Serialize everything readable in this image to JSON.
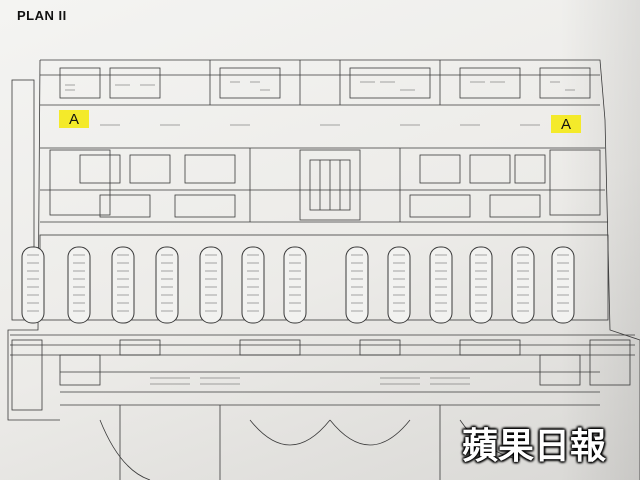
{
  "document": {
    "title": "PLAN II",
    "markers": [
      {
        "label": "A",
        "color": "#f4ea2a"
      },
      {
        "label": "A",
        "color": "#f4ea2a"
      }
    ],
    "watermark": "蘋果日報"
  },
  "colors": {
    "paper": "#efeeeb",
    "ink": "#3a3a3a",
    "highlight": "#f4ea2a"
  }
}
